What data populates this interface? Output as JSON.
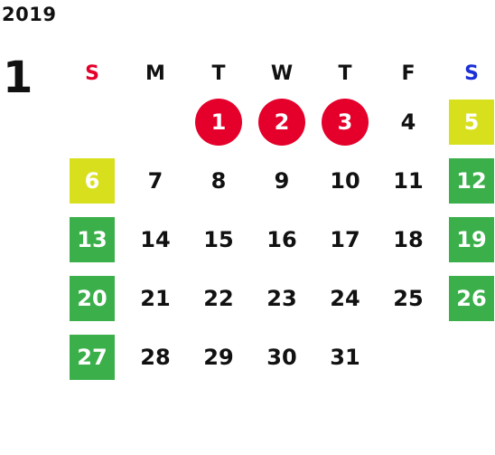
{
  "calendar": {
    "year": "2019",
    "month": "1",
    "weekdays": [
      {
        "label": "S",
        "color": "#e4002b"
      },
      {
        "label": "M",
        "color": "#111111"
      },
      {
        "label": "T",
        "color": "#111111"
      },
      {
        "label": "W",
        "color": "#111111"
      },
      {
        "label": "T",
        "color": "#111111"
      },
      {
        "label": "F",
        "color": "#111111"
      },
      {
        "label": "S",
        "color": "#1a2fd6"
      }
    ],
    "first_weekday_index": 2,
    "days": [
      {
        "day": "1",
        "mark": "holiday"
      },
      {
        "day": "2",
        "mark": "holiday"
      },
      {
        "day": "3",
        "mark": "holiday"
      },
      {
        "day": "4",
        "mark": "none"
      },
      {
        "day": "5",
        "mark": "yellow"
      },
      {
        "day": "6",
        "mark": "yellow"
      },
      {
        "day": "7",
        "mark": "none"
      },
      {
        "day": "8",
        "mark": "none"
      },
      {
        "day": "9",
        "mark": "none"
      },
      {
        "day": "10",
        "mark": "none"
      },
      {
        "day": "11",
        "mark": "none"
      },
      {
        "day": "12",
        "mark": "green"
      },
      {
        "day": "13",
        "mark": "green"
      },
      {
        "day": "14",
        "mark": "none"
      },
      {
        "day": "15",
        "mark": "none"
      },
      {
        "day": "16",
        "mark": "none"
      },
      {
        "day": "17",
        "mark": "none"
      },
      {
        "day": "18",
        "mark": "none"
      },
      {
        "day": "19",
        "mark": "green"
      },
      {
        "day": "20",
        "mark": "green"
      },
      {
        "day": "21",
        "mark": "none"
      },
      {
        "day": "22",
        "mark": "none"
      },
      {
        "day": "23",
        "mark": "none"
      },
      {
        "day": "24",
        "mark": "none"
      },
      {
        "day": "25",
        "mark": "none"
      },
      {
        "day": "26",
        "mark": "green"
      },
      {
        "day": "27",
        "mark": "green"
      },
      {
        "day": "28",
        "mark": "none"
      },
      {
        "day": "29",
        "mark": "none"
      },
      {
        "day": "30",
        "mark": "none"
      },
      {
        "day": "31",
        "mark": "none"
      }
    ],
    "colors": {
      "holiday": "#e4002b",
      "yellow": "#d8e01e",
      "green": "#3aaf4a"
    }
  }
}
